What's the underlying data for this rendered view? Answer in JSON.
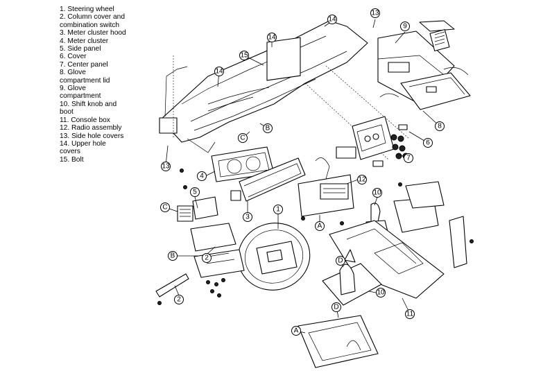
{
  "legend": {
    "lines": [
      "1. Steering wheel",
      "2. Column cover and",
      "combination switch",
      "3. Meter cluster hood",
      "4. Meter cluster",
      "5. Side panel",
      "6. Cover",
      "7. Center panel",
      "8. Glove",
      "compartment lid",
      "9. Glove",
      "compartment",
      "10. Shift knob and",
      "boot",
      "11. Console box",
      "12. Radio assembly",
      "13. Side hole covers",
      "14. Upper hole",
      "covers",
      "15. Bolt"
    ]
  },
  "callouts": {
    "c1": "1",
    "c2a": "2",
    "c2b": "2",
    "c3": "3",
    "c4": "4",
    "c5": "5",
    "c6": "6",
    "c7": "7",
    "c8": "8",
    "c9": "9",
    "c10a": "10",
    "c10b": "10",
    "c11": "11",
    "c12": "12",
    "c13a": "13",
    "c13b": "13",
    "c14a": "14",
    "c14b": "14",
    "c14c": "14",
    "c15": "15",
    "cA1": "A",
    "cA2": "A",
    "cB1": "B",
    "cB2": "B",
    "cC1": "C",
    "cC2": "C",
    "cD1": "D",
    "cD2": "D"
  }
}
